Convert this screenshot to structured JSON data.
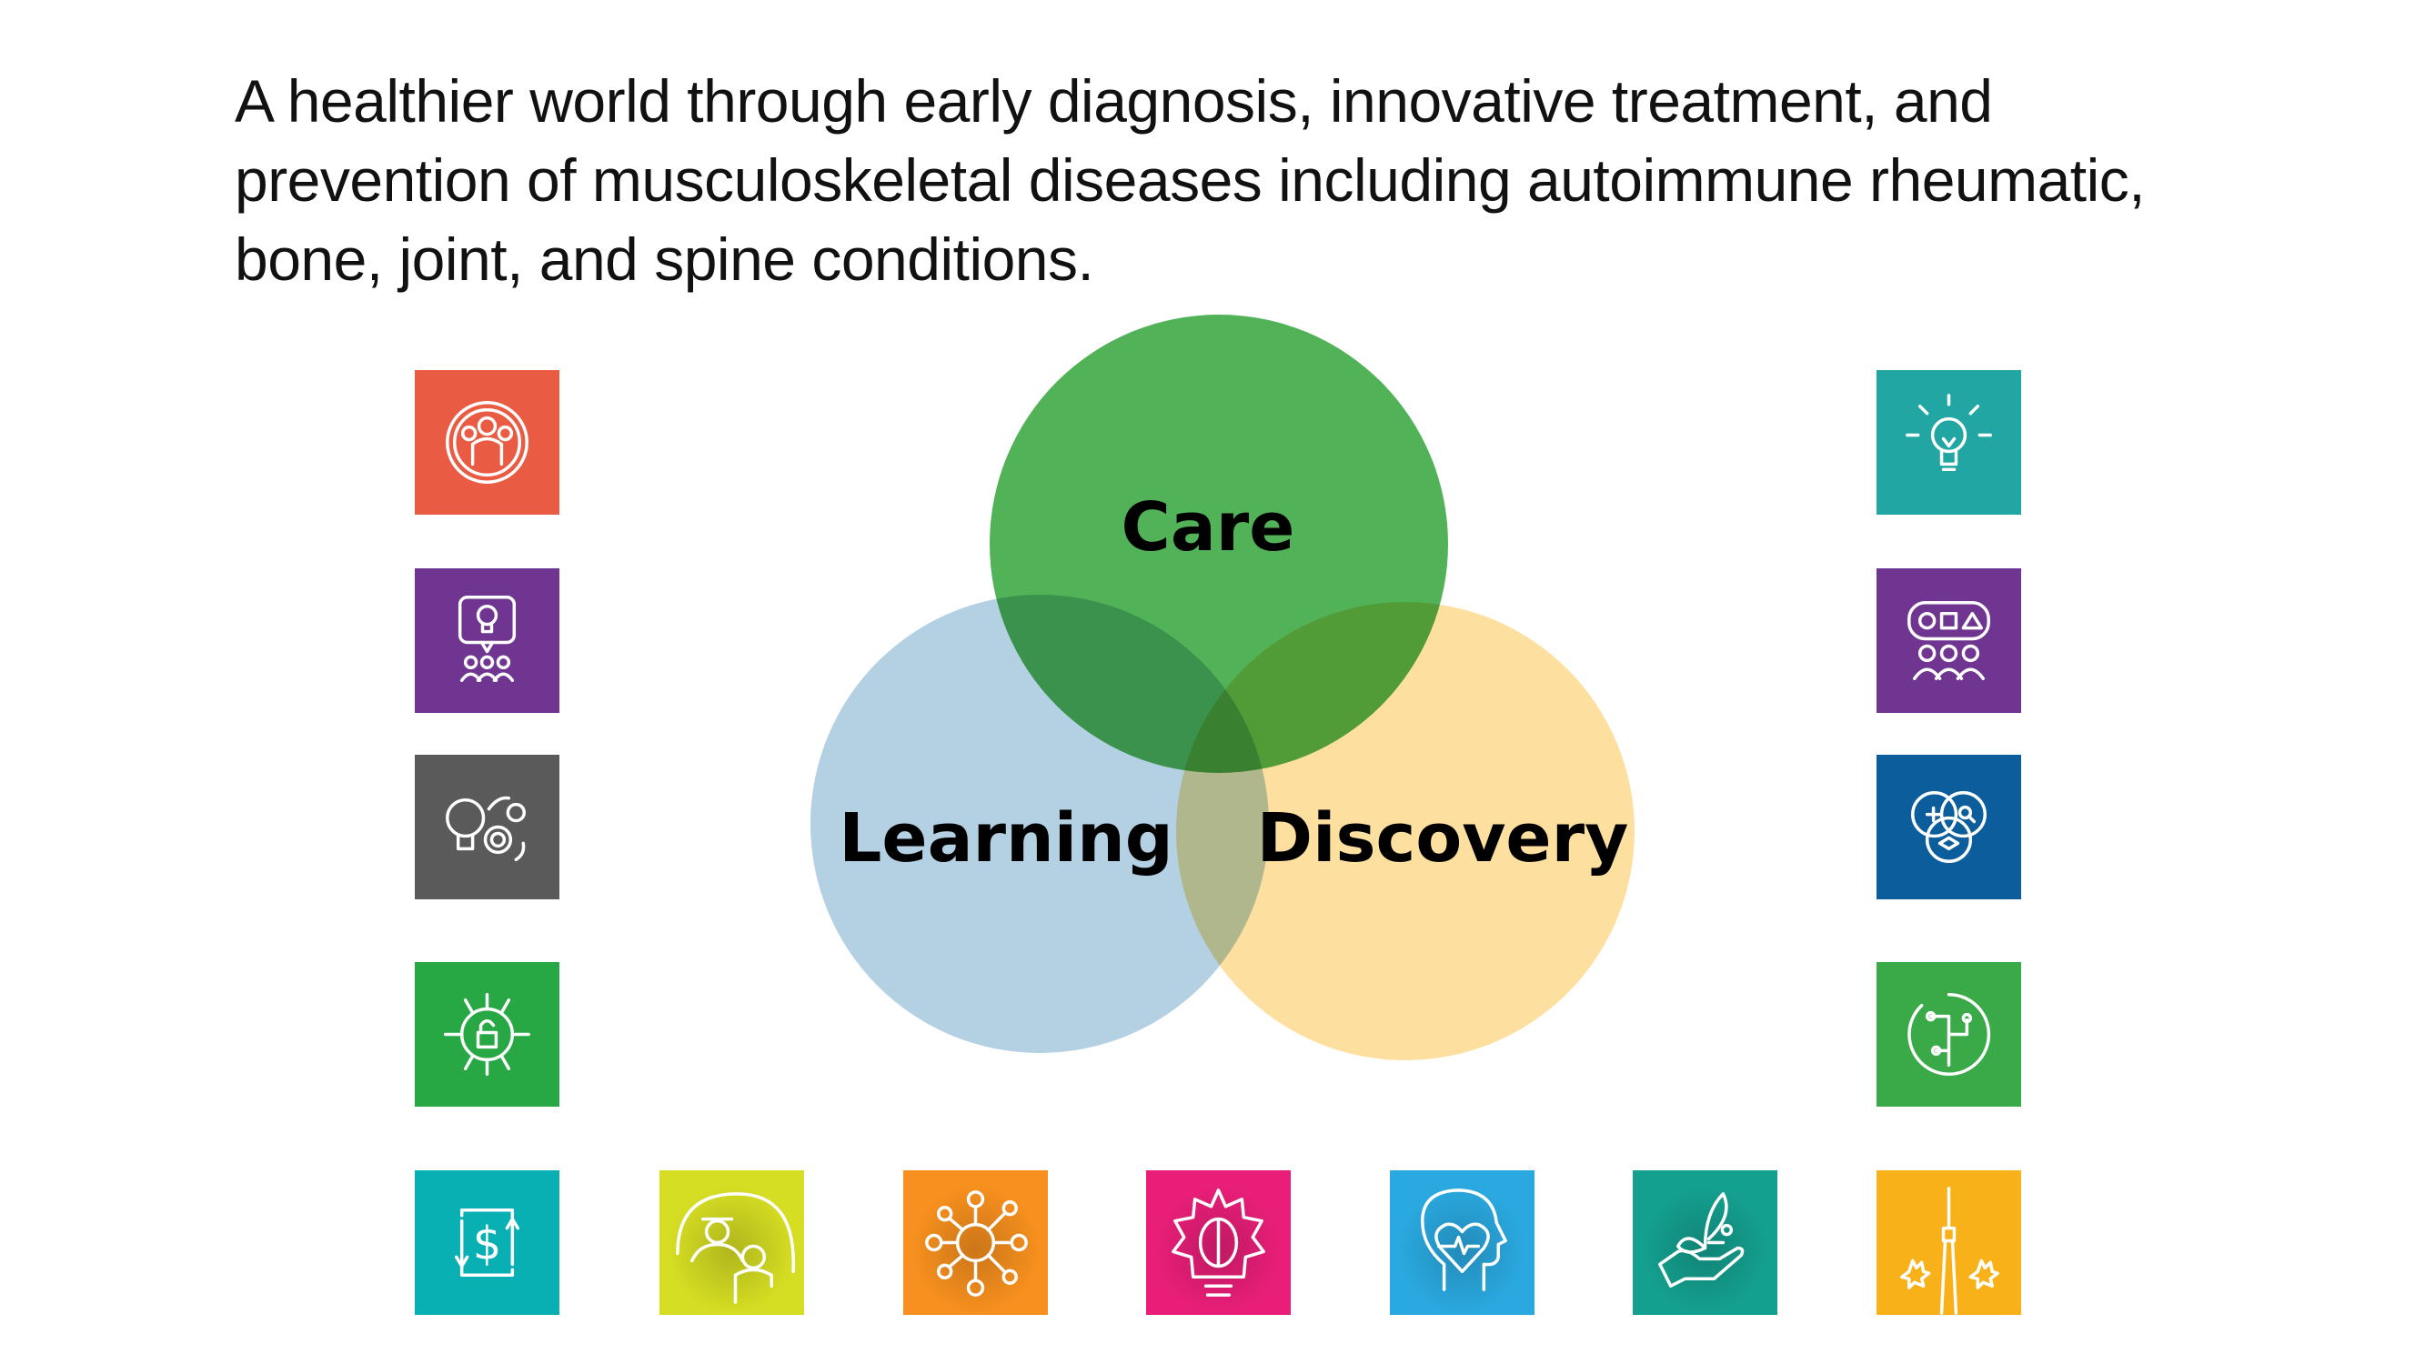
{
  "headline": {
    "lines": [
      "A healthier world through early diagnosis, innovative treatment, and",
      "prevention of musculoskeletal diseases including autoimmune rheumatic,",
      "bone, joint, and spine conditions."
    ]
  },
  "venn": {
    "circles": [
      {
        "label": "Learning",
        "color": "#b3d1e2"
      },
      {
        "label": "Discovery",
        "color": "#fde09f"
      },
      {
        "label": "Care",
        "color": "#52b257"
      }
    ]
  },
  "tiles": {
    "left_column": [
      {
        "icon": "people-cycle-icon",
        "color": "#e95b43"
      },
      {
        "icon": "idea-audience-icon",
        "color": "#6f3591"
      },
      {
        "icon": "lightbulb-gears-icon",
        "color": "#5a5a5a"
      },
      {
        "icon": "network-lock-icon",
        "color": "#27a844"
      },
      {
        "icon": "dollar-cycle-icon",
        "color": "#08b0b4"
      }
    ],
    "bottom_row": [
      {
        "icon": "graduate-mentor-icon",
        "color": "#d6de23"
      },
      {
        "icon": "network-hub-icon",
        "color": "#f7901e"
      },
      {
        "icon": "brain-lightbulb-icon",
        "color": "#e91e78"
      },
      {
        "icon": "head-heart-icon",
        "color": "#2aa9e0"
      },
      {
        "icon": "hand-plant-icon",
        "color": "#14a08f"
      },
      {
        "icon": "cn-tower-maple-icon",
        "color": "#f9b11a"
      }
    ],
    "right_column": [
      {
        "icon": "lightbulb-icon",
        "color": "#22a6a4"
      },
      {
        "icon": "shapes-team-icon",
        "color": "#6f3591"
      },
      {
        "icon": "venn-care-discovery-learning-icon",
        "color": "#0c5d9c"
      },
      {
        "icon": "circuit-globe-icon",
        "color": "#3aaa49"
      }
    ]
  }
}
